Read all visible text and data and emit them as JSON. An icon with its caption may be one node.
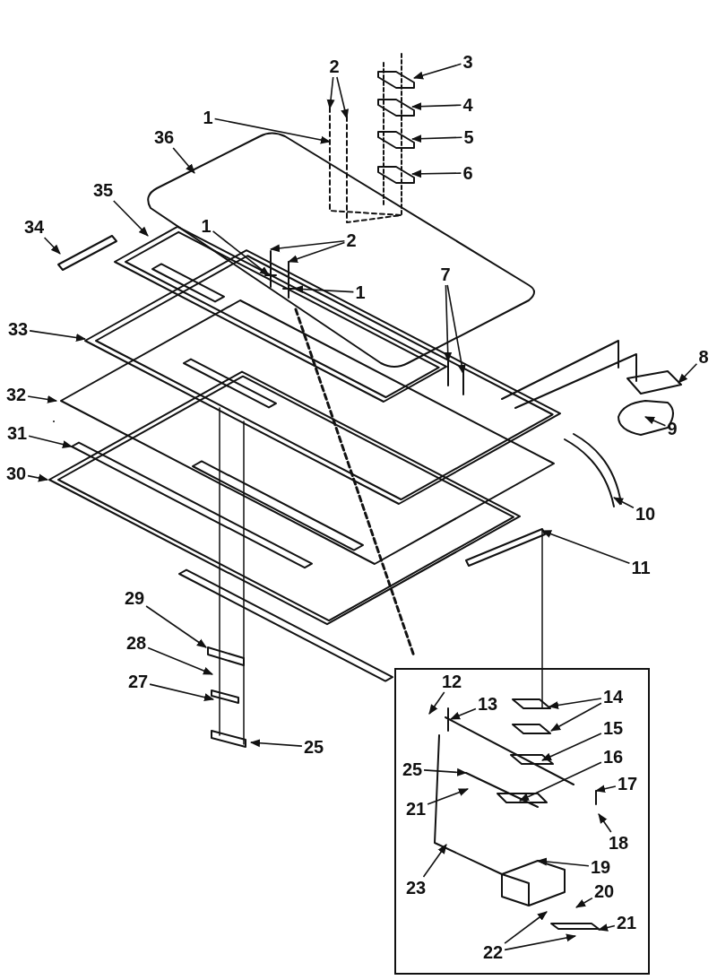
{
  "diagram": {
    "nodes": [
      {
        "text": [
          "1"
        ]
      },
      {
        "text": [
          "2"
        ]
      },
      {
        "text": [
          "3"
        ]
      },
      {
        "text": [
          "36"
        ]
      },
      {
        "text": [
          "4"
        ]
      },
      {
        "text": [
          "5"
        ]
      },
      {
        "text": [
          "6"
        ]
      },
      {
        "text": [
          "35"
        ]
      },
      {
        "text": [
          "34"
        ]
      },
      {
        "text": [
          "1"
        ]
      },
      {
        "text": [
          "2"
        ]
      },
      {
        "text": [
          "1"
        ]
      },
      {
        "text": [
          "7"
        ]
      },
      {
        "text": [
          "33"
        ]
      },
      {
        "text": [
          "8"
        ]
      },
      {
        "text": [
          "32"
        ]
      },
      {
        "text": [
          "9"
        ]
      },
      {
        "text": [
          "31"
        ]
      },
      {
        "text": [
          "30"
        ]
      },
      {
        "text": [
          "10"
        ]
      },
      {
        "text": [
          "11"
        ]
      },
      {
        "text": [
          "29"
        ]
      },
      {
        "text": [
          "28"
        ]
      },
      {
        "text": [
          "27"
        ]
      },
      {
        "text": [
          "25"
        ]
      },
      {
        "text": [],
        "shape": "box"
      },
      {
        "text": [
          "12"
        ],
        "in": 25
      },
      {
        "text": [
          "13"
        ],
        "in": 25
      },
      {
        "text": [
          "14"
        ],
        "in": 25
      },
      {
        "text": [
          "15"
        ],
        "in": 25
      },
      {
        "text": [
          "16"
        ],
        "in": 25
      },
      {
        "text": [
          "25"
        ],
        "in": 25
      },
      {
        "text": [
          "17"
        ],
        "in": 25
      },
      {
        "text": [
          "21"
        ],
        "in": 25
      },
      {
        "text": [
          "18"
        ],
        "in": 25
      },
      {
        "text": [
          "19"
        ],
        "in": 25
      },
      {
        "text": [
          "23"
        ],
        "in": 25
      },
      {
        "text": [
          "20"
        ],
        "in": 25
      },
      {
        "text": [
          "21"
        ],
        "in": 25
      },
      {
        "text": [
          "22"
        ],
        "in": 25
      }
    ],
    "edges": [
      {
        "from": 0,
        "to": null,
        "arrow": "to"
      },
      {
        "from": 1,
        "to": null,
        "arrow": "to"
      },
      {
        "from": 1,
        "to": null,
        "arrow": "to"
      },
      {
        "from": 2,
        "to": null,
        "arrow": "to"
      },
      {
        "from": 3,
        "to": null,
        "arrow": "to"
      },
      {
        "from": 4,
        "to": null,
        "arrow": "to"
      },
      {
        "from": 5,
        "to": null,
        "arrow": "to"
      },
      {
        "from": 6,
        "to": null,
        "arrow": "to"
      },
      {
        "from": 7,
        "to": null,
        "arrow": "to"
      },
      {
        "from": 8,
        "to": null,
        "arrow": "to"
      },
      {
        "from": 9,
        "to": null,
        "arrow": "to"
      },
      {
        "from": 10,
        "to": null,
        "arrow": "to"
      },
      {
        "from": 10,
        "to": null,
        "arrow": "to"
      },
      {
        "from": 11,
        "to": null,
        "arrow": "to"
      },
      {
        "from": 12,
        "to": null,
        "arrow": "to"
      },
      {
        "from": 12,
        "to": null,
        "arrow": "to"
      },
      {
        "from": 13,
        "to": null,
        "arrow": "to"
      },
      {
        "from": 14,
        "to": null,
        "arrow": "to"
      },
      {
        "from": 15,
        "to": null,
        "arrow": "to"
      },
      {
        "from": 16,
        "to": null,
        "arrow": "to"
      },
      {
        "from": 17,
        "to": null,
        "arrow": "to"
      },
      {
        "from": 18,
        "to": null,
        "arrow": "to"
      },
      {
        "from": 19,
        "to": null,
        "arrow": "to"
      },
      {
        "from": 20,
        "to": null,
        "arrow": "to"
      },
      {
        "from": 21,
        "to": null,
        "arrow": "to"
      },
      {
        "from": 22,
        "to": null,
        "arrow": "to"
      },
      {
        "from": 23,
        "to": null,
        "arrow": "to"
      },
      {
        "from": 24,
        "to": null,
        "arrow": "to"
      },
      {
        "from": 26,
        "to": null,
        "arrow": "to"
      },
      {
        "from": 27,
        "to": null,
        "arrow": "to"
      },
      {
        "from": 28,
        "to": null,
        "arrow": "to"
      },
      {
        "from": 28,
        "to": null,
        "arrow": "to"
      },
      {
        "from": 29,
        "to": null,
        "arrow": "to"
      },
      {
        "from": 30,
        "to": null,
        "arrow": "to"
      },
      {
        "from": 31,
        "to": null,
        "arrow": "to"
      },
      {
        "from": 32,
        "to": null,
        "arrow": "to"
      },
      {
        "from": 33,
        "to": null,
        "arrow": "to"
      },
      {
        "from": 34,
        "to": null,
        "arrow": "to"
      },
      {
        "from": 35,
        "to": null,
        "arrow": "to"
      },
      {
        "from": 36,
        "to": null,
        "arrow": "to"
      },
      {
        "from": 37,
        "to": null,
        "arrow": "to"
      },
      {
        "from": 38,
        "to": null,
        "arrow": "to"
      },
      {
        "from": 39,
        "to": null,
        "arrow": "to"
      },
      {
        "from": 39,
        "to": null,
        "arrow": "to"
      }
    ]
  }
}
